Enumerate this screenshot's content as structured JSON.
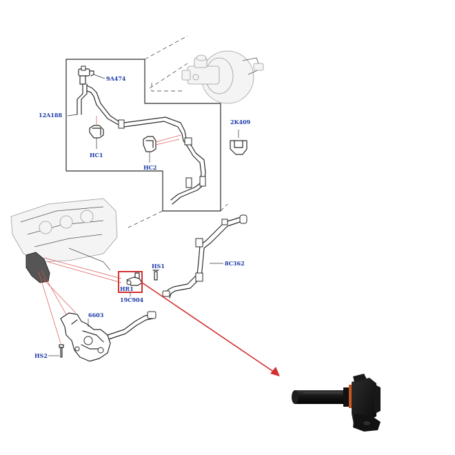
{
  "labels": {
    "bracket_9a474": "9A474",
    "hose_12a188": "12A188",
    "clip_hc1": "HC1",
    "clip_hc2": "HC2",
    "grommet_2k409": "2K409",
    "bolt_hs1": "HS1",
    "sensor_hr1": "HR1",
    "sensor_19c904": "19C904",
    "tube_8c362": "8C362",
    "pump_6603": "6603",
    "bolt_hs2": "HS2"
  },
  "colors": {
    "label_blue": "#1b3aa8",
    "highlight_red": "#d32f2f",
    "sensor_black": "#141414",
    "sensor_ring_orange": "#c8561f"
  },
  "icons": {
    "brake_booster": "brake-booster-illustration",
    "engine_block": "engine-block-illustration",
    "oil_pump": "oil-pump-illustration",
    "sensor_photo": "camshaft-sensor-photo"
  }
}
